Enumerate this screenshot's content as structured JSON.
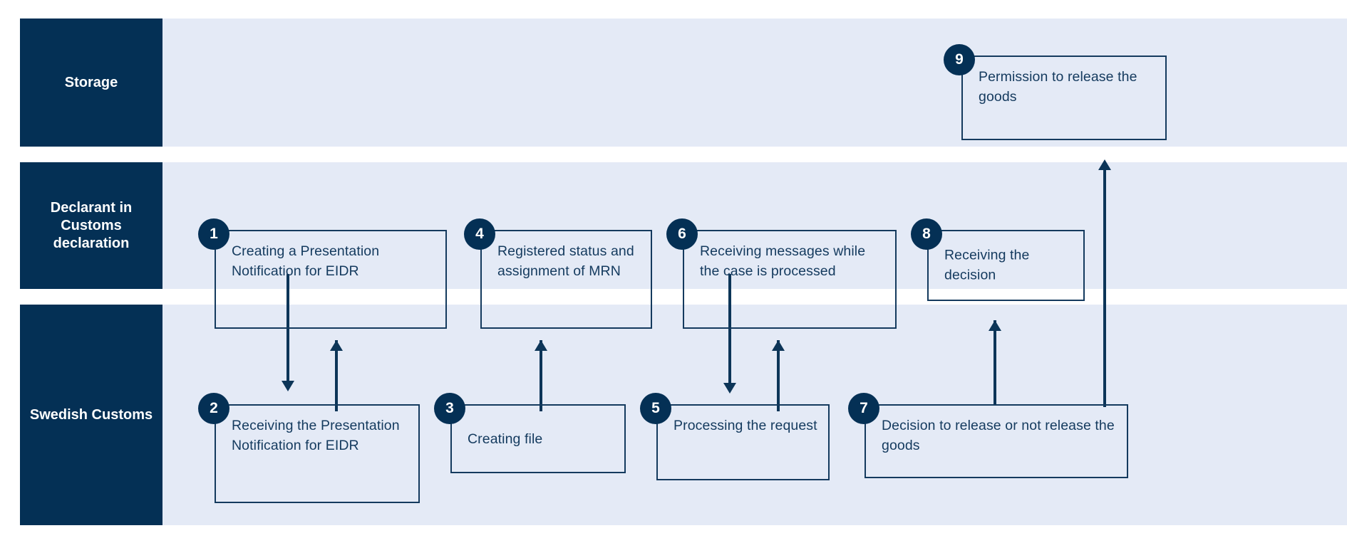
{
  "diagram": {
    "title": "Customs EIDR process swimlane",
    "colors": {
      "lane_header_bg": "#043055",
      "lane_band_bg": "#e4eaf6",
      "box_border": "#143a5e",
      "connector": "#0c3558",
      "badge_bg": "#043055",
      "text_on_dark": "#ffffff",
      "text_on_light": "#143a5e"
    },
    "lanes": [
      {
        "id": "storage",
        "label": "Storage"
      },
      {
        "id": "declarant",
        "label": "Declarant in Customs declaration"
      },
      {
        "id": "customs",
        "label": "Swedish Customs"
      }
    ],
    "steps": [
      {
        "number": "1",
        "lane": "declarant",
        "text": "Creating a Presentation Notification for EIDR"
      },
      {
        "number": "2",
        "lane": "customs",
        "text": "Receiving the Presentation Notification for EIDR"
      },
      {
        "number": "3",
        "lane": "customs",
        "text": "Creating file"
      },
      {
        "number": "4",
        "lane": "declarant",
        "text": "Registered status and assignment of MRN"
      },
      {
        "number": "5",
        "lane": "customs",
        "text": "Processing the request"
      },
      {
        "number": "6",
        "lane": "declarant",
        "text": "Receiving messages while the case is processed"
      },
      {
        "number": "7",
        "lane": "customs",
        "text": "Decision to release or not release the goods"
      },
      {
        "number": "8",
        "lane": "declarant",
        "text": "Receiving the decision"
      },
      {
        "number": "9",
        "lane": "storage",
        "text": "Permission to release the goods"
      }
    ],
    "connections": [
      {
        "from": "1",
        "to": "2",
        "direction": "down"
      },
      {
        "from": "2",
        "to": "4",
        "direction": "up"
      },
      {
        "from": "3",
        "to": "4",
        "direction": "up"
      },
      {
        "from": "6",
        "to": "5",
        "direction": "down"
      },
      {
        "from": "5",
        "to": "6",
        "direction": "up"
      },
      {
        "from": "7",
        "to": "8",
        "direction": "up"
      },
      {
        "from": "7",
        "to": "9",
        "direction": "up"
      }
    ]
  }
}
